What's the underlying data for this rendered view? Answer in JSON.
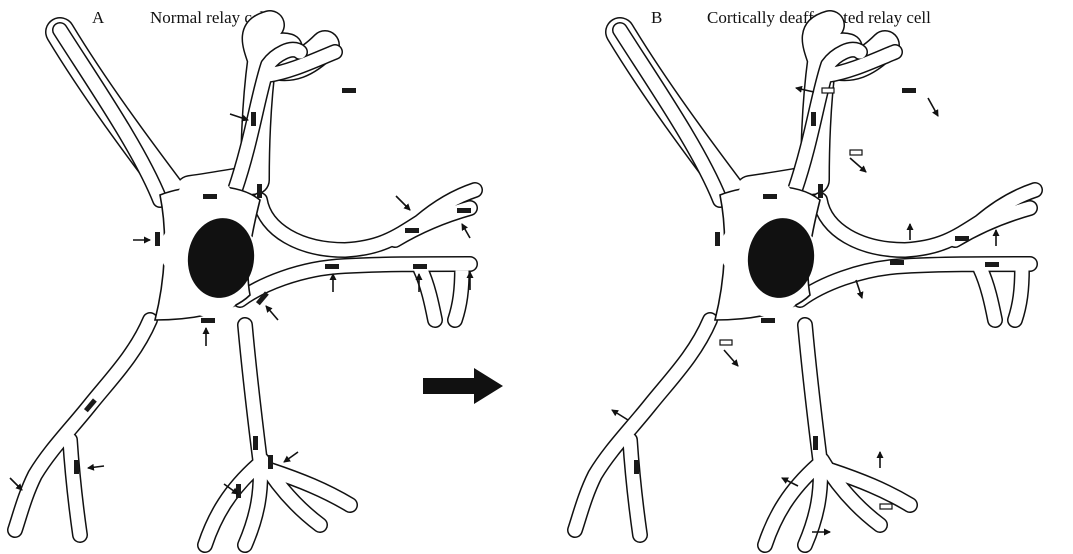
{
  "panels": {
    "a": {
      "letter": "A",
      "title": "Normal relay cell"
    },
    "b": {
      "letter": "B",
      "title": "Cortically deafferented relay cell"
    }
  },
  "colors": {
    "ink": "#111111",
    "background": "#ffffff",
    "terminal": "#1a1a1a"
  },
  "icons": {
    "transition_arrow": "right-arrow-icon",
    "synapse_marker": "small-arrow-icon"
  }
}
